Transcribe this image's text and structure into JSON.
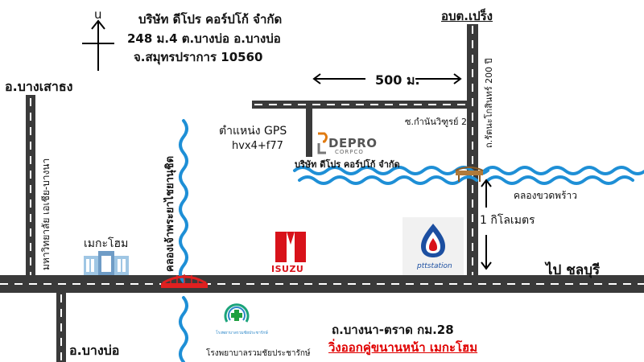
{
  "compass": {
    "north_label": "u"
  },
  "company_address": {
    "line1": "บริษัท ดีโปร คอร์ปโก้ จำกัด",
    "line2": "248 ม.4 ต.บางบ่อ อ.บางบ่อ",
    "line3": "จ.สมุทรปราการ 10560"
  },
  "places": {
    "bang_sao_thong": "อ.บางเสาธง",
    "bang_bo": "อ.บางบ่อ",
    "obt_preng": "อบต.เปร็ง",
    "to_chonburi": "ไป ชลบุรี",
    "canal_chao_phraya": "คลองเจ้าพระยาไชยานุชิต",
    "canal_khuat_phrao": "คลองขวดพร้าว",
    "mega_home": "เมกะโฮม",
    "university": "มหาวิทยาลัย เอเชีย-บางนา",
    "soi": "ซ.กำนันวิฑูรย์ 2",
    "road_right": "ถ.รัตนะโกสินทร์ 200 ปี",
    "hospital": "โรงพยาบาลรวมชัยประชารักษ์",
    "hospital_logo_text": "โรงพยาบาลรวมชัยประชารักษ์"
  },
  "gps": {
    "title": "ตำแหน่ง GPS",
    "code": "hvx4+f77"
  },
  "company_marker": {
    "logo_main": "DEPRO",
    "logo_sub": "CORPCO",
    "name": "บริษัท ดีโปร คอร์ปโก้ จำกัด"
  },
  "distances": {
    "d500": "500 ม.",
    "d1km": "1 กิโลเมตร"
  },
  "landmarks": {
    "isuzu": "ISUZU",
    "ptt": "pttstation"
  },
  "highway": {
    "name": "ถ.บางนา-ตราด กม.28",
    "note": "วิ่งออกคู่ขนานหน้า เมกะโฮม"
  },
  "colors": {
    "road": "#3a3a3a",
    "water": "#1e8fd6",
    "bridge": "#e02020",
    "isuzu": "#d8121a",
    "ptt_blue": "#1c4fa1",
    "note_red": "#e00000"
  }
}
